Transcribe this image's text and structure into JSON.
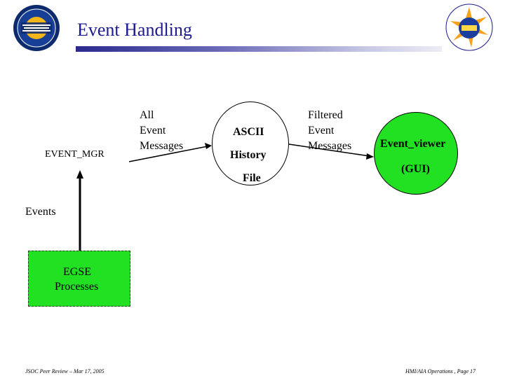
{
  "header": {
    "title": "Event Handling",
    "left_logo": "solar-dynamics-observatory-logo",
    "right_logo": "living-with-a-star-logo"
  },
  "diagram": {
    "event_mgr_label": "EVENT_MGR",
    "all_messages": [
      "All",
      "Event",
      "Messages"
    ],
    "ascii_file": [
      "ASCII",
      "History",
      "File"
    ],
    "filtered_messages": [
      "Filtered",
      "Event",
      "Messages"
    ],
    "viewer": [
      "Event_viewer",
      "(GUI)"
    ],
    "events_label": "Events",
    "egse": [
      "EGSE",
      "Processes"
    ]
  },
  "footer": {
    "left": "JSOC Peer Review – Mar 17, 2005",
    "right": "HMI/AIA Operations , Page 17"
  },
  "colors": {
    "title": "#1b1b8f",
    "process_fill": "#22e022"
  }
}
